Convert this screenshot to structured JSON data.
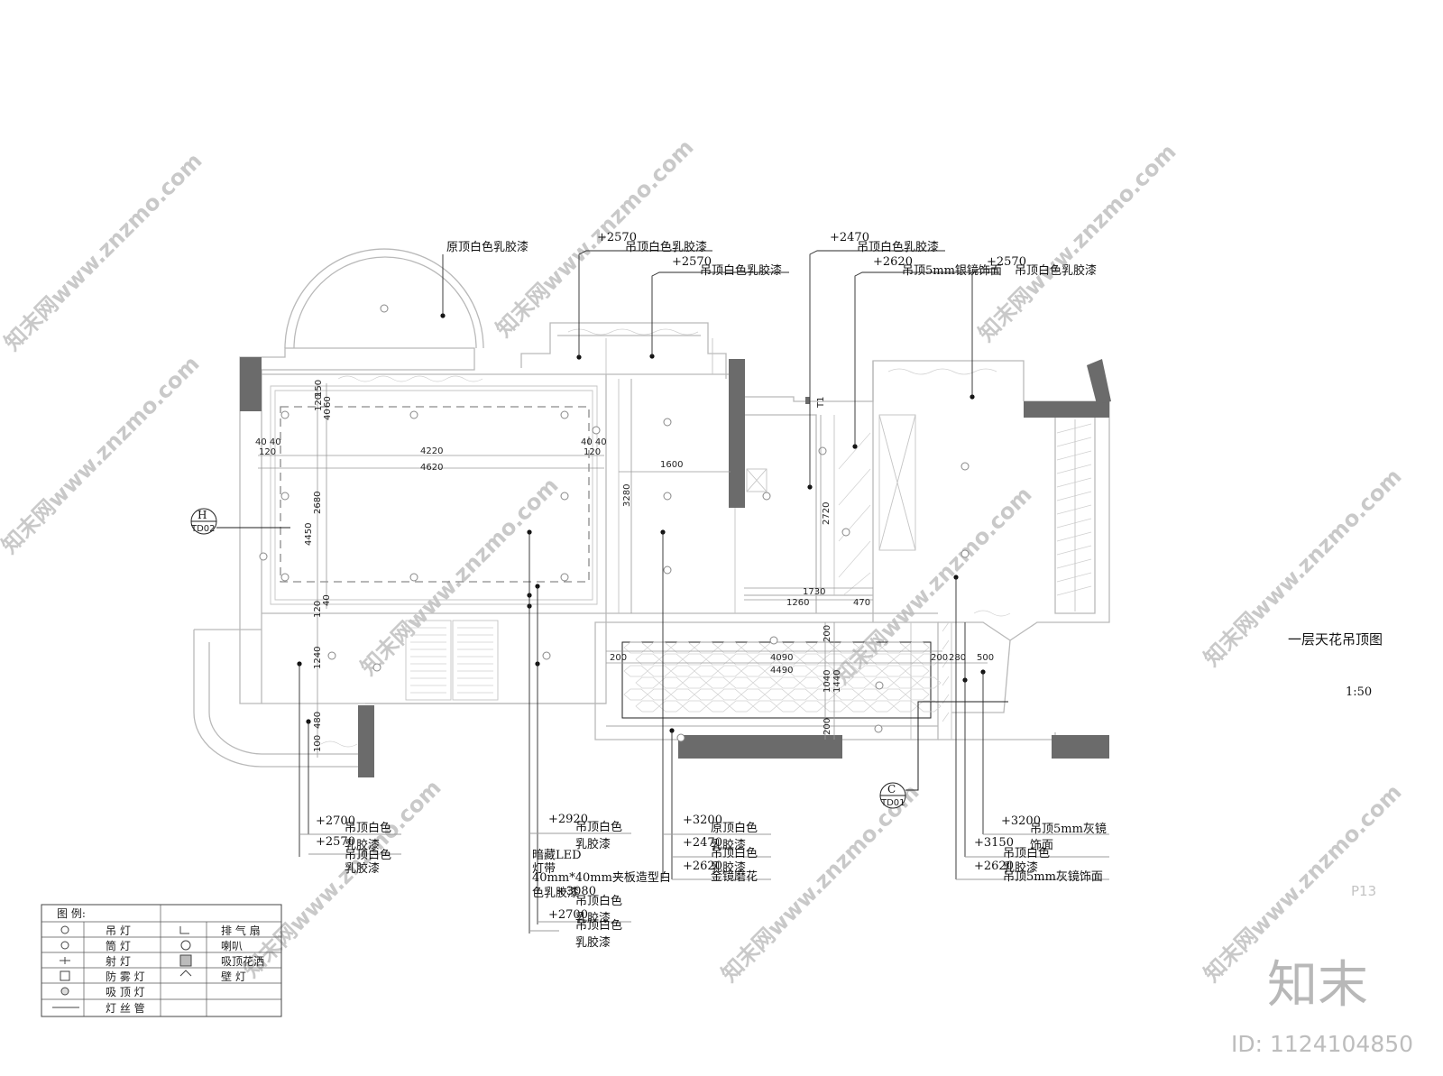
{
  "drawing": {
    "title": "一层天花吊顶图",
    "scale": "1:50",
    "page_number": "P13",
    "watermark": {
      "text": "知末网www.znzmo.com",
      "brand": "知末",
      "id": "ID: 1124104850"
    },
    "section_marks": [
      {
        "letter": "H",
        "code": "TD02"
      },
      {
        "letter": "C",
        "code": "TD01"
      }
    ],
    "annotations_top": [
      {
        "level": "",
        "text": "原顶白色乳胶漆"
      },
      {
        "level": "+2570",
        "text": "吊顶白色乳胶漆"
      },
      {
        "level": "+2570",
        "text": "吊顶白色乳胶漆"
      },
      {
        "level": "+2470",
        "text": "吊顶白色乳胶漆"
      },
      {
        "level": "+2620",
        "text": "吊顶5mm银镜饰面"
      },
      {
        "level": "+2570",
        "text": "吊顶白色乳胶漆"
      }
    ],
    "annotations_bottom": [
      {
        "level": "+2700",
        "lines": [
          "吊顶白色"
        ]
      },
      {
        "level": "+2570",
        "lines": [
          "乳胶漆",
          "吊顶白色",
          "乳胶漆"
        ]
      },
      {
        "level": "+2920",
        "lines": [
          "吊顶白色",
          "乳胶漆"
        ]
      },
      {
        "level": "",
        "lines": [
          "暗藏LED",
          "灯带",
          "40mm*40mm夹板造型白",
          "色乳胶漆",
          "吊顶白色"
        ]
      },
      {
        "level": "+3080",
        "lines": []
      },
      {
        "level": "+2700",
        "lines": [
          "乳胶漆",
          "吊顶白色",
          "乳胶漆"
        ]
      },
      {
        "level": "+3200",
        "lines": [
          "原顶白色"
        ]
      },
      {
        "level": "+2470",
        "lines": [
          "乳胶漆",
          "吊顶白色"
        ]
      },
      {
        "level": "+2620",
        "lines": [
          "乳胶漆",
          "金镜磨花"
        ]
      },
      {
        "level": "+3200",
        "lines": [
          "吊顶5mm灰镜"
        ]
      },
      {
        "level": "+3150",
        "lines": [
          "饰面",
          "吊顶白色"
        ]
      },
      {
        "level": "+2620",
        "lines": [
          "乳胶漆",
          "吊顶5mm灰镜饰面"
        ]
      }
    ],
    "dimensions": [
      "150",
      "120",
      "60",
      "40",
      "40 40",
      "120",
      "4220",
      "4620",
      "40 40",
      "120",
      "2680",
      "4450",
      "120",
      "40",
      "1240",
      "480",
      "100",
      "1600",
      "3280",
      "2720",
      "1730",
      "1260",
      "470",
      "200",
      "200",
      "4090",
      "4490",
      "200",
      "280",
      "500",
      "1040",
      "1440",
      "200",
      "T1"
    ],
    "legend": {
      "header": "图 例:",
      "rows": [
        {
          "left": "吊 灯",
          "right": "排 气 扇"
        },
        {
          "left": "筒 灯",
          "right": "喇叭"
        },
        {
          "left": "射 灯",
          "right": "吸顶花洒"
        },
        {
          "left": "防 雾 灯",
          "right": "壁 灯"
        },
        {
          "left": "吸 顶 灯",
          "right": ""
        },
        {
          "left": "灯 丝 管",
          "right": ""
        }
      ]
    }
  }
}
